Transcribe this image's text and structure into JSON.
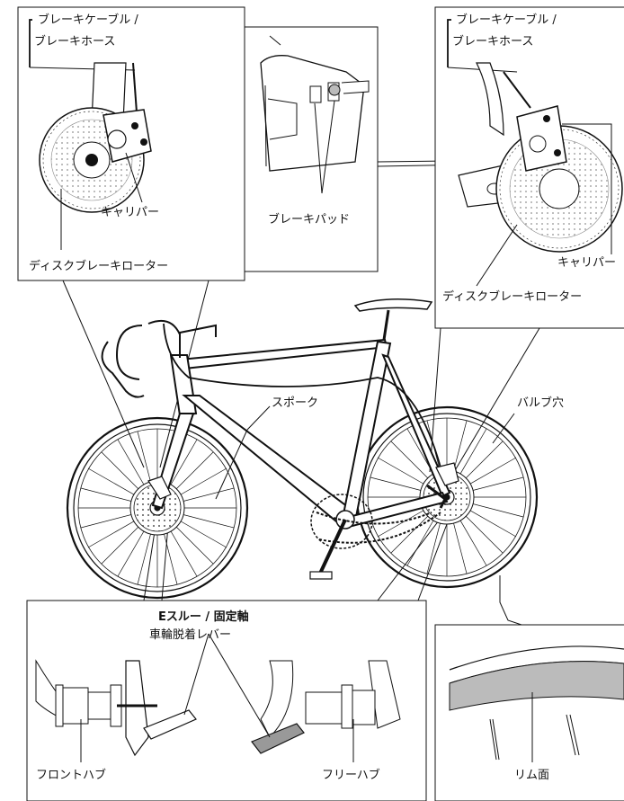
{
  "labels": {
    "brake_cable_line1": "ブレーキケーブル /",
    "brake_cable_line2": "ブレーキホース",
    "caliper": "キャリパー",
    "disc_rotor": "ディスクブレーキローター",
    "brake_pad": "ブレーキパッド",
    "spoke": "スポーク",
    "valve_hole": "バルブ穴",
    "through_axle_title": "Eスルー / 固定軸",
    "quick_release_lever": "車輪脱着レバー",
    "front_hub": "フロントハブ",
    "free_hub": "フリーハブ",
    "rim_surface": "リム面"
  }
}
